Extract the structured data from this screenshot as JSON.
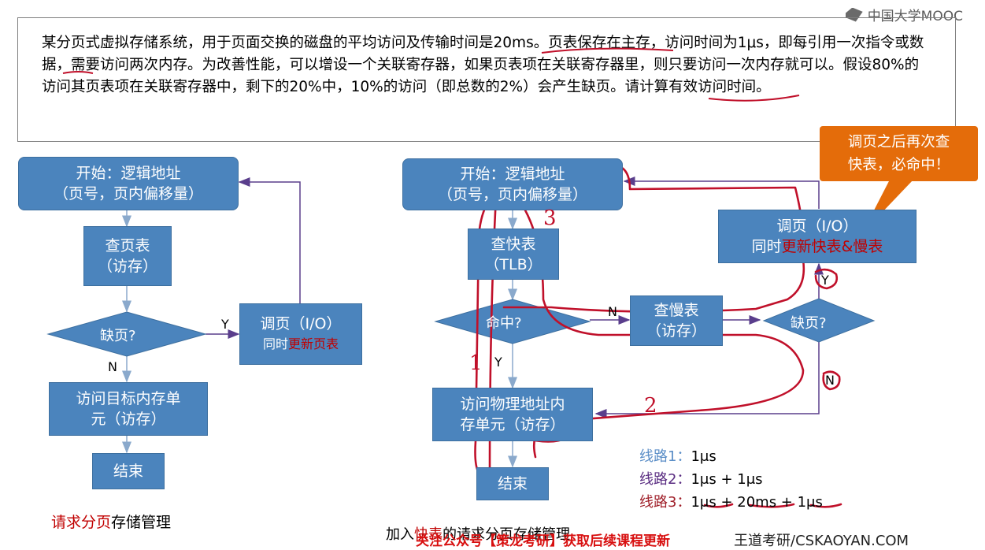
{
  "logo": {
    "text": "中国大学MOOC"
  },
  "problem": {
    "text": "某分页式虚拟存储系统，用于页面交换的磁盘的平均访问及传输时间是20ms。页表保存在主存，访问时间为1μs，即每引用一次指令或数据，需要访问两次内存。为改善性能，可以增设一个关联寄存器，如果页表项在关联寄存器里，则只要访问一次内存就可以。假设80%的访问其页表项在关联寄存器中，剩下的20%中，10%的访问（即总数的2%）会产生缺页。请计算有效访问时间。"
  },
  "left_flow": {
    "start_line1": "开始：逻辑地址",
    "start_line2": "（页号，页内偏移量）",
    "lookup_line1": "查页表",
    "lookup_line2": "（访存）",
    "fault": "缺页?",
    "yes": "Y",
    "no": "N",
    "page_in_line1": "调页（I/O）",
    "page_in_prefix": "同时",
    "page_in_red": "更新页表",
    "access_line1": "访问目标内存单",
    "access_line2": "元（访存）",
    "end": "结束",
    "caption_red": "请求分页",
    "caption_black": "存储管理"
  },
  "right_flow": {
    "start_line1": "开始：逻辑地址",
    "start_line2": "（页号，页内偏移量）",
    "tlb_line1": "查快表",
    "tlb_line2": "（TLB）",
    "hit": "命中?",
    "yes": "Y",
    "no": "N",
    "slow_line1": "查慢表",
    "slow_line2": "（访存）",
    "fault": "缺页?",
    "page_in_line1": "调页（I/O）",
    "page_in_prefix": "同时",
    "page_in_red": "更新快表&慢表",
    "access_line1": "访问物理地址内",
    "access_line2": "存单元（访存）",
    "end": "结束",
    "caption_prefix": "加入",
    "caption_red": "快表",
    "caption_suffix": "的请求分页存储管理",
    "fault_yes": "Y",
    "fault_no": "N"
  },
  "callout": {
    "line1": "调页之后再次查",
    "line2": "快表，必命中！"
  },
  "routes": [
    {
      "label": "线路1：",
      "value": "1μs",
      "color": "#5b8ec7"
    },
    {
      "label": "线路2：",
      "value": "1μs + 1μs",
      "color": "#5a2d82"
    },
    {
      "label": "线路3：",
      "value": "1μs + 20ms + 1μs",
      "color": "#a0202a"
    }
  ],
  "annotations": {
    "route1": "1",
    "route2": "2",
    "route3": "3"
  },
  "footer": {
    "promo": "关注公众号【策龙考研】获取后续课程更新",
    "brand": "王道考研/CSKAOYAN.COM"
  },
  "colors": {
    "box": "#4b84bd",
    "accent_red": "#c00000",
    "pen": "#c0102a",
    "callout": "#e46c0a",
    "arrow": "#5a3e8c"
  }
}
